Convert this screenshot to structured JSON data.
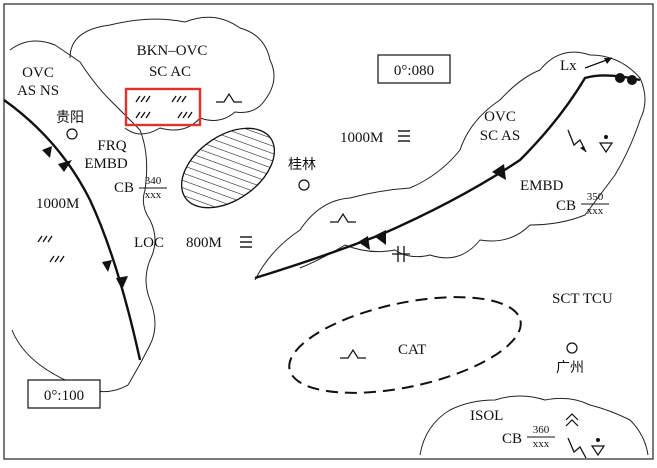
{
  "map": {
    "box_left": "0°:100",
    "box_top": "0°:080",
    "left_cloud": {
      "l1": "OVC",
      "l2": "AS   NS",
      "city": "贵阳",
      "frq": "FRQ",
      "embd": "EMBD",
      "cb_prefix": "CB",
      "cb_top": "340",
      "cb_bottom": "xxx",
      "vis": "1000M"
    },
    "top_cloud": {
      "l1": "BKN–OVC",
      "l2": "SC    AC"
    },
    "loc_label": "LOC",
    "loc_vis": "800M",
    "guilin": {
      "vis": "1000M",
      "city": "桂林"
    },
    "right_cloud": {
      "l1": "OVC",
      "l2": "SC   AS",
      "embd": "EMBD",
      "cb_prefix": "CB",
      "cb_top": "350",
      "cb_bottom": "xxx"
    },
    "lx": "Lx",
    "sct": "SCT  TCU",
    "guangzhou": "广州",
    "cat": "CAT",
    "isol_cloud": {
      "l1": "ISOL",
      "cb_prefix": "CB",
      "cb_top": "360",
      "cb_bottom": "xxx"
    }
  }
}
